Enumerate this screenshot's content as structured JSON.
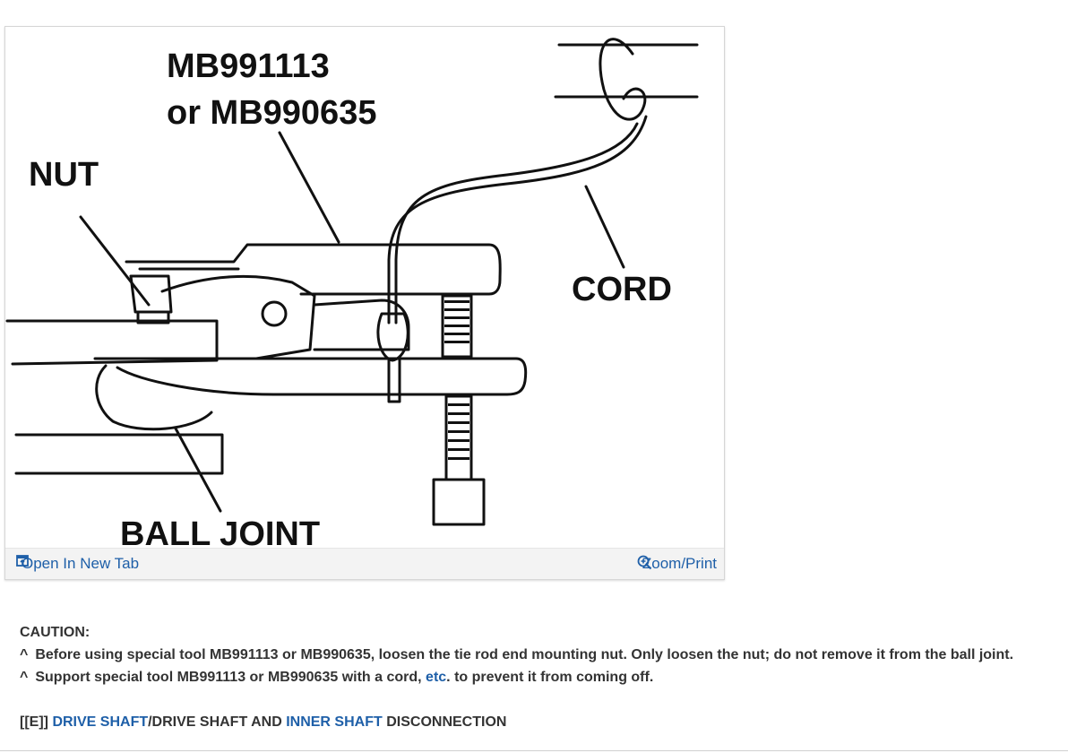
{
  "figure": {
    "labels": {
      "tool_line1": "MB991113",
      "tool_line2": "or MB990635",
      "nut": "NUT",
      "cord": "CORD",
      "ball_joint": "BALL JOINT"
    },
    "open_tab_label": "Open In New Tab",
    "zoom_label": "Zoom/Print",
    "icons": {
      "open_tab": "open-new-tab-icon",
      "zoom": "zoom-in-icon"
    }
  },
  "caution": {
    "title": "CAUTION:",
    "bullet_char": "^",
    "items": [
      {
        "text": "Before using special tool MB991113 or MB990635, loosen the tie rod end mounting nut. Only loosen the nut; do not remove it from the ball joint."
      },
      {
        "before": "Support special tool MB991113 or MB990635 with a cord, ",
        "link": "etc",
        "after": ". to prevent it from coming off."
      }
    ]
  },
  "section": {
    "prefix": "[[E]]",
    "link1": "DRIVE SHAFT",
    "middle": "/DRIVE SHAFT AND",
    "link2": "INNER SHAFT",
    "suffix": "DISCONNECTION"
  },
  "colors": {
    "link": "#1e5fa8",
    "text": "#333333",
    "bar": "#f3f3f3"
  }
}
